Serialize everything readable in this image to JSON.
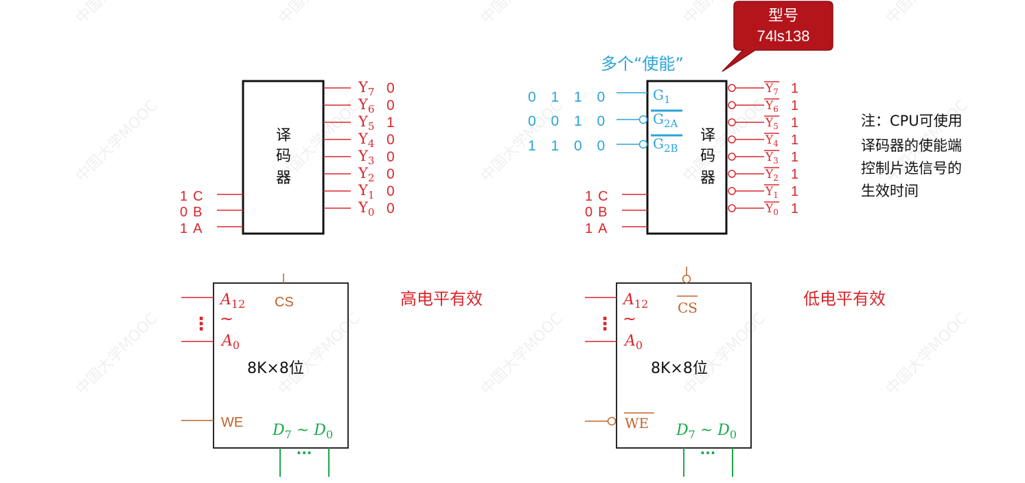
{
  "watermark": "中国大学MOOC",
  "callout": {
    "line1": "型号",
    "line2": "74ls138"
  },
  "enable_caption": "多个“使能”",
  "decoder_label": [
    "译",
    "码",
    "器"
  ],
  "decoder_left": {
    "inputs": [
      {
        "value": "1",
        "name": "C"
      },
      {
        "value": "0",
        "name": "B"
      },
      {
        "value": "1",
        "name": "A"
      }
    ],
    "outputs": [
      {
        "sym": "Y",
        "sub": "7",
        "value": "0"
      },
      {
        "sym": "Y",
        "sub": "6",
        "value": "0"
      },
      {
        "sym": "Y",
        "sub": "5",
        "value": "1"
      },
      {
        "sym": "Y",
        "sub": "4",
        "value": "0"
      },
      {
        "sym": "Y",
        "sub": "3",
        "value": "0"
      },
      {
        "sym": "Y",
        "sub": "2",
        "value": "0"
      },
      {
        "sym": "Y",
        "sub": "1",
        "value": "0"
      },
      {
        "sym": "Y",
        "sub": "0",
        "value": "0"
      }
    ]
  },
  "decoder_right": {
    "enables": [
      {
        "values": "0 1 1 0",
        "sym": "G",
        "sub": "1",
        "active_low": false
      },
      {
        "values": "0 0 1 0",
        "sym": "G",
        "sub": "2A",
        "active_low": true
      },
      {
        "values": "1 1 0 0",
        "sym": "G",
        "sub": "2B",
        "active_low": true
      }
    ],
    "inputs": [
      {
        "value": "1",
        "name": "C"
      },
      {
        "value": "0",
        "name": "B"
      },
      {
        "value": "1",
        "name": "A"
      }
    ],
    "outputs": [
      {
        "sym": "Y",
        "sub": "7",
        "value": "1"
      },
      {
        "sym": "Y",
        "sub": "6",
        "value": "1"
      },
      {
        "sym": "Y",
        "sub": "5",
        "value": "1"
      },
      {
        "sym": "Y",
        "sub": "4",
        "value": "1"
      },
      {
        "sym": "Y",
        "sub": "3",
        "value": "1"
      },
      {
        "sym": "Y",
        "sub": "2",
        "value": "1"
      },
      {
        "sym": "Y",
        "sub": "1",
        "value": "1"
      },
      {
        "sym": "Y",
        "sub": "0",
        "value": "1"
      }
    ]
  },
  "note": [
    "注：CPU可使用",
    "译码器的使能端",
    "控制片选信号的",
    "生效时间"
  ],
  "mem_left": {
    "addr_high": {
      "sym": "A",
      "sub": "12"
    },
    "tilde": "~",
    "addr_low": {
      "sym": "A",
      "sub": "0"
    },
    "dots": "⋮",
    "cs": "CS",
    "size": "8K×8位",
    "we": "WE",
    "data": {
      "hi": "D",
      "hi_sub": "7",
      "sep": " ~ ",
      "lo": "D",
      "lo_sub": "0"
    },
    "bus_dots": "···",
    "caption": "高电平有效"
  },
  "mem_right": {
    "addr_high": {
      "sym": "A",
      "sub": "12"
    },
    "tilde": "~",
    "addr_low": {
      "sym": "A",
      "sub": "0"
    },
    "dots": "⋮",
    "cs": "CS",
    "size": "8K×8位",
    "we": "WE",
    "data": {
      "hi": "D",
      "hi_sub": "7",
      "sep": " ~ ",
      "lo": "D",
      "lo_sub": "0"
    },
    "bus_dots": "···",
    "caption": "低电平有效"
  },
  "colors": {
    "red": "#d9262b",
    "cyan": "#2aa3d8",
    "brown": "#c0622a",
    "green": "#1aa84a",
    "callout_fill": "#b3151b",
    "callout_text": "#ffffff",
    "box_stroke": "#111111"
  }
}
